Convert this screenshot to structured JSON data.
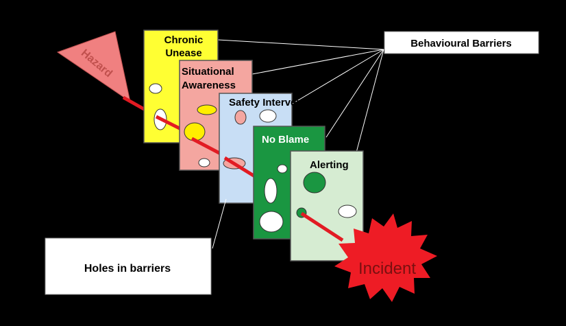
{
  "hazard": {
    "label": "Hazard"
  },
  "barriers": [
    {
      "line1": "Chronic",
      "line2": "Unease",
      "color": "#ffff33"
    },
    {
      "line1": "Situational",
      "line2": "Awareness",
      "color": "#f4a6a0"
    },
    {
      "line1": "Safety Intervention",
      "line2": "",
      "color": "#c8def5"
    },
    {
      "line1": "No Blame",
      "line2": "",
      "color": "#1a9641"
    },
    {
      "line1": "Alerting",
      "line2": "",
      "color": "#d6ecd2"
    }
  ],
  "callouts": {
    "behavioural": "Behavioural Barriers",
    "holes": "Holes in barriers"
  },
  "incident": {
    "label": "Incident",
    "color": "#ee1c25"
  },
  "colors": {
    "trajectory": "#e21b23",
    "hazard": "#f08080"
  }
}
